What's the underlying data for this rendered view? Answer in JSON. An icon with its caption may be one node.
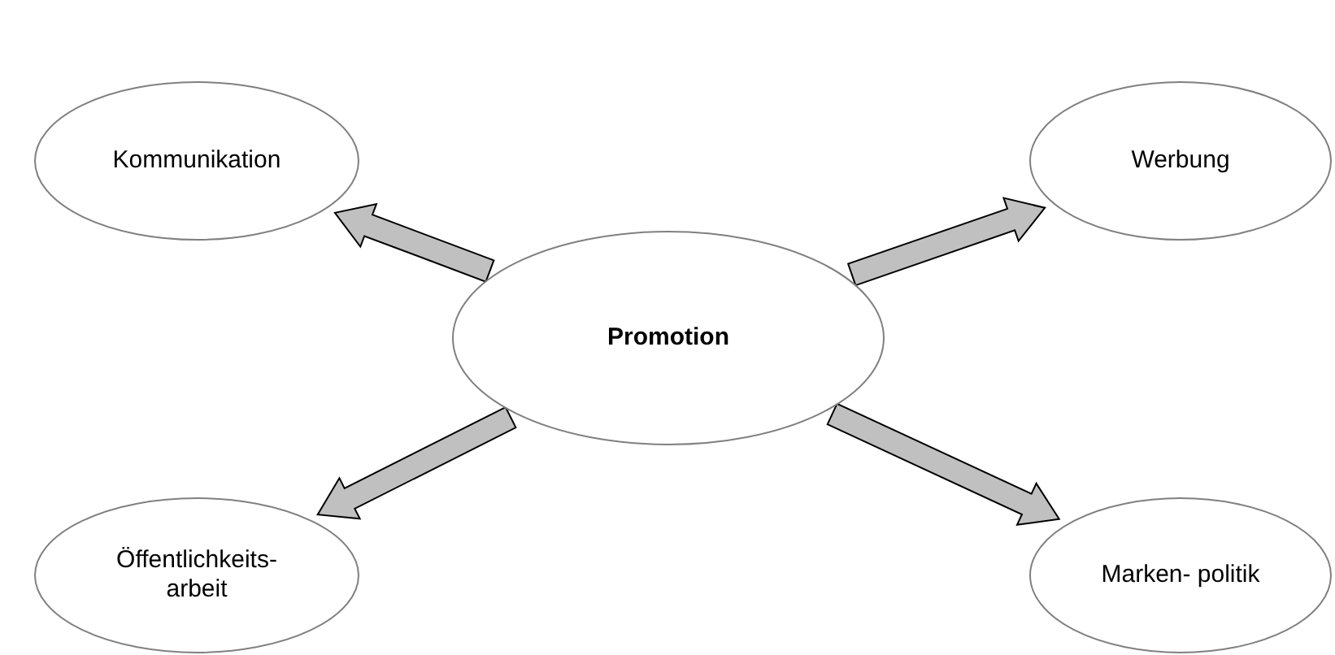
{
  "diagram": {
    "nodes": [
      {
        "text": [
          "Promotion"
        ]
      },
      {
        "text": [
          "Kommunikation"
        ]
      },
      {
        "text": [
          "Werbung"
        ]
      },
      {
        "text": [
          "Öffentlichkeits- arbeit"
        ]
      },
      {
        "text": [
          "Marken- politik"
        ]
      }
    ],
    "edges": [
      {
        "from": 0,
        "to": 1,
        "arrow": "to"
      },
      {
        "from": 0,
        "to": 2,
        "arrow": "to"
      },
      {
        "from": 0,
        "to": 3,
        "arrow": "to"
      },
      {
        "from": 0,
        "to": 4,
        "arrow": "to"
      }
    ]
  }
}
